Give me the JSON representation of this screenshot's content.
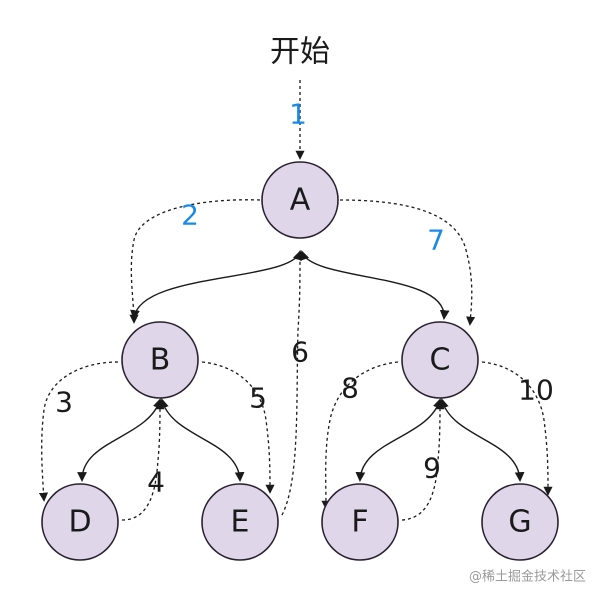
{
  "start_label": "开始",
  "watermark": "@稀土掘金技术社区",
  "colors": {
    "node_fill": "#e0d6ea",
    "highlight_step": "#1a8ae6",
    "normal_step": "#1a1a1a"
  },
  "nodes": [
    {
      "id": "A",
      "label": "A"
    },
    {
      "id": "B",
      "label": "B"
    },
    {
      "id": "C",
      "label": "C"
    },
    {
      "id": "D",
      "label": "D"
    },
    {
      "id": "E",
      "label": "E"
    },
    {
      "id": "F",
      "label": "F"
    },
    {
      "id": "G",
      "label": "G"
    }
  ],
  "tree_edges": [
    {
      "from": "A",
      "to": "B"
    },
    {
      "from": "A",
      "to": "C"
    },
    {
      "from": "B",
      "to": "D"
    },
    {
      "from": "B",
      "to": "E"
    },
    {
      "from": "C",
      "to": "F"
    },
    {
      "from": "C",
      "to": "G"
    }
  ],
  "traversal_steps": [
    {
      "step": "1",
      "from": "开始",
      "to": "A",
      "highlight": true
    },
    {
      "step": "2",
      "from": "A",
      "to": "B",
      "highlight": true
    },
    {
      "step": "3",
      "from": "B",
      "to": "D",
      "highlight": false
    },
    {
      "step": "4",
      "from": "D",
      "to": "B",
      "highlight": false
    },
    {
      "step": "5",
      "from": "B",
      "to": "E",
      "highlight": false
    },
    {
      "step": "6",
      "from": "E",
      "to": "A",
      "highlight": false
    },
    {
      "step": "7",
      "from": "A",
      "to": "C",
      "highlight": true
    },
    {
      "step": "8",
      "from": "C",
      "to": "F",
      "highlight": false
    },
    {
      "step": "9",
      "from": "F",
      "to": "C",
      "highlight": false
    },
    {
      "step": "10",
      "from": "C",
      "to": "G",
      "highlight": false
    }
  ]
}
